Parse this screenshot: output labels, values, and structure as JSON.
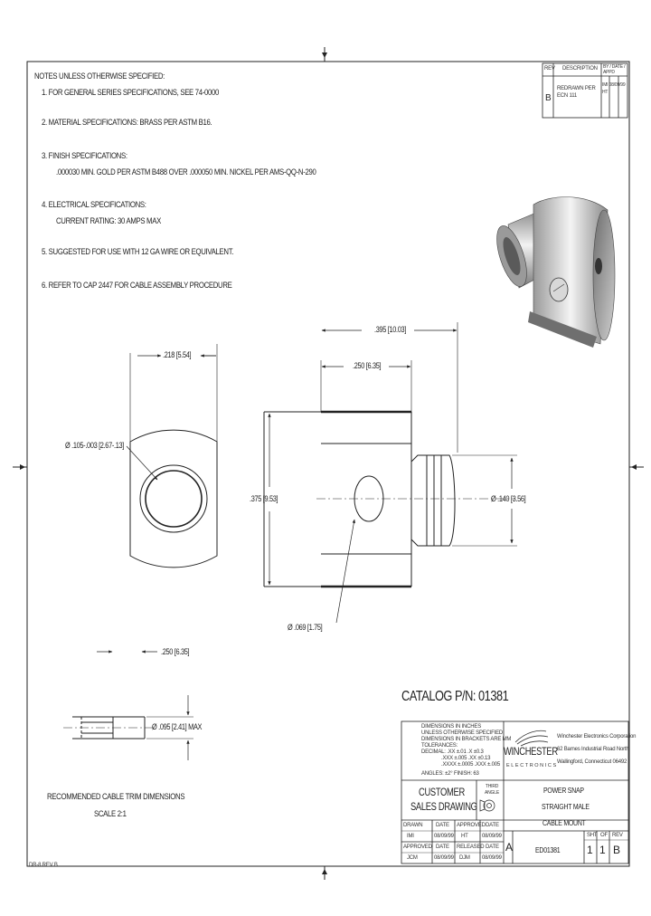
{
  "notes": {
    "header": "NOTES UNLESS OTHERWISE SPECIFIED:",
    "items": [
      {
        "text": "1. FOR GENERAL SERIES SPECIFICATIONS, SEE 74-0000"
      },
      {
        "text": "2. MATERIAL SPECIFICATIONS: BRASS PER ASTM B16."
      },
      {
        "text": "3. FINISH SPECIFICATIONS:",
        "sub": ".000030 MIN. GOLD PER ASTM B488 OVER .000050 MIN. NICKEL PER AMS-QQ-N-290"
      },
      {
        "text": "4. ELECTRICAL SPECIFICATIONS:",
        "sub": "CURRENT RATING: 30 AMPS MAX"
      },
      {
        "text": "5. SUGGESTED FOR USE WITH 12 GA WIRE OR EQUIVALENT."
      },
      {
        "text": "6. REFER TO CAP 2447 FOR CABLE ASSEMBLY PROCEDURE"
      }
    ]
  },
  "dimensions": {
    "overall_length": ".395 [10.03]",
    "body_length": ".250 [6.35]",
    "width": ".218 [5.54]",
    "bore_dia": "Ø .105-.003 [2.67-.13]",
    "height": ".375 [9.53]",
    "tail_dia": "Ø .140 [3.56]",
    "hole_dia": "Ø .069 [1.75]",
    "strip_length": ".250 [6.35]",
    "cable_dia": "Ø .095 [2.41] MAX"
  },
  "cable_trim": {
    "title": "RECOMMENDED CABLE TRIM DIMENSIONS",
    "scale": "SCALE 2:1"
  },
  "catalog": "CATALOG P/N: 01381",
  "revision_block": {
    "headers": [
      "REV",
      "DESCRIPTION",
      "BY / DATE / APPD"
    ],
    "rev": "B",
    "description": "REDRAWN PER ECN 111",
    "signoff": "IMI 08/09/99 HT"
  },
  "title_block": {
    "tolerance_lines": [
      "DIMENSIONS IN INCHES",
      "UNLESS OTHERWISE SPECIFIED",
      "DIMENSIONS IN BRACKETS ARE MM",
      "TOLERANCES:",
      "DECIMAL: .XX ±.01  .X ±0.3",
      ".XXX ±.005  .XX ±0.13",
      ".XXXX ±.0005 .XXX ±.005",
      "ANGLES: ±2°  FINISH: 63"
    ],
    "company": "WINCHESTER",
    "company_sub": "ELECTRONICS",
    "address": [
      "Winchester Electronics Corporation",
      "62 Barnes Industrial Road North",
      "Wallingford, Connecticut 06492"
    ],
    "doc_type_1": "CUSTOMER",
    "doc_type_2": "SALES DRAWING",
    "third_angle": "THIRD ANGLE",
    "part_title": [
      "POWER SNAP",
      "STRAIGHT MALE",
      "CABLE MOUNT"
    ],
    "row_drawn": {
      "label": "DRAWN",
      "date": "DATE",
      "approved": "APPROVED",
      "date2": "DATE"
    },
    "row_drawn_vals": {
      "by": "IMI",
      "date": "08/09/99",
      "approved": "HT",
      "date2": "08/09/99"
    },
    "row_appr": {
      "label": "APPROVED",
      "date": "DATE",
      "released": "RELEASED",
      "date2": "DATE"
    },
    "row_appr_vals": {
      "by": "JCM",
      "date": "08/09/99",
      "released": "DJM",
      "date2": "08/09/99"
    },
    "size": "A",
    "dwg_no": "ED01381",
    "sheet_labels": [
      "SHT",
      "OF",
      "REV"
    ],
    "sheet": "1",
    "of": "1",
    "rev": "B"
  },
  "footer": "DR-8 REV B"
}
